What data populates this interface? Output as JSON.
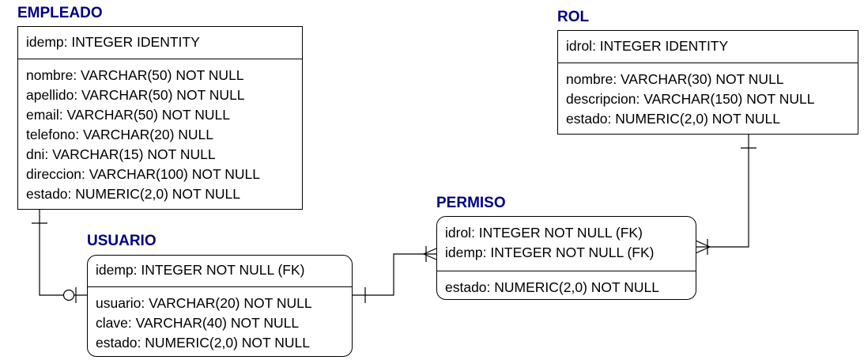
{
  "diagram_data": {
    "entities": {
      "empleado": {
        "name": "EMPLEADO",
        "key_fields": [
          "idemp: INTEGER IDENTITY"
        ],
        "fields": [
          "nombre: VARCHAR(50) NOT NULL",
          "apellido: VARCHAR(50) NOT NULL",
          "email: VARCHAR(50) NOT NULL",
          "telefono: VARCHAR(20) NULL",
          "dni: VARCHAR(15) NOT NULL",
          "direccion: VARCHAR(100) NOT NULL",
          "estado: NUMERIC(2,0) NOT NULL"
        ]
      },
      "usuario": {
        "name": "USUARIO",
        "key_fields": [
          "idemp: INTEGER NOT NULL (FK)"
        ],
        "fields": [
          "usuario: VARCHAR(20) NOT NULL",
          "clave: VARCHAR(40) NOT NULL",
          "estado: NUMERIC(2,0) NOT NULL"
        ]
      },
      "permiso": {
        "name": "PERMISO",
        "key_fields": [
          "idrol: INTEGER NOT NULL (FK)",
          "idemp: INTEGER NOT NULL (FK)"
        ],
        "fields": [
          "estado: NUMERIC(2,0) NOT NULL"
        ]
      },
      "rol": {
        "name": "ROL",
        "key_fields": [
          "idrol: INTEGER IDENTITY"
        ],
        "fields": [
          "nombre: VARCHAR(30) NOT NULL",
          "descripcion: VARCHAR(150) NOT NULL",
          "estado: NUMERIC(2,0) NOT NULL"
        ]
      }
    },
    "relationships": [
      {
        "from": "EMPLEADO",
        "to": "USUARIO",
        "from_end": "one",
        "to_end": "zero-or-one"
      },
      {
        "from": "USUARIO",
        "to": "PERMISO",
        "from_end": "one",
        "to_end": "many"
      },
      {
        "from": "ROL",
        "to": "PERMISO",
        "from_end": "one",
        "to_end": "one-or-many"
      }
    ],
    "colors": {
      "title": "#000080",
      "line": "#000000",
      "background": "#ffffff"
    }
  }
}
